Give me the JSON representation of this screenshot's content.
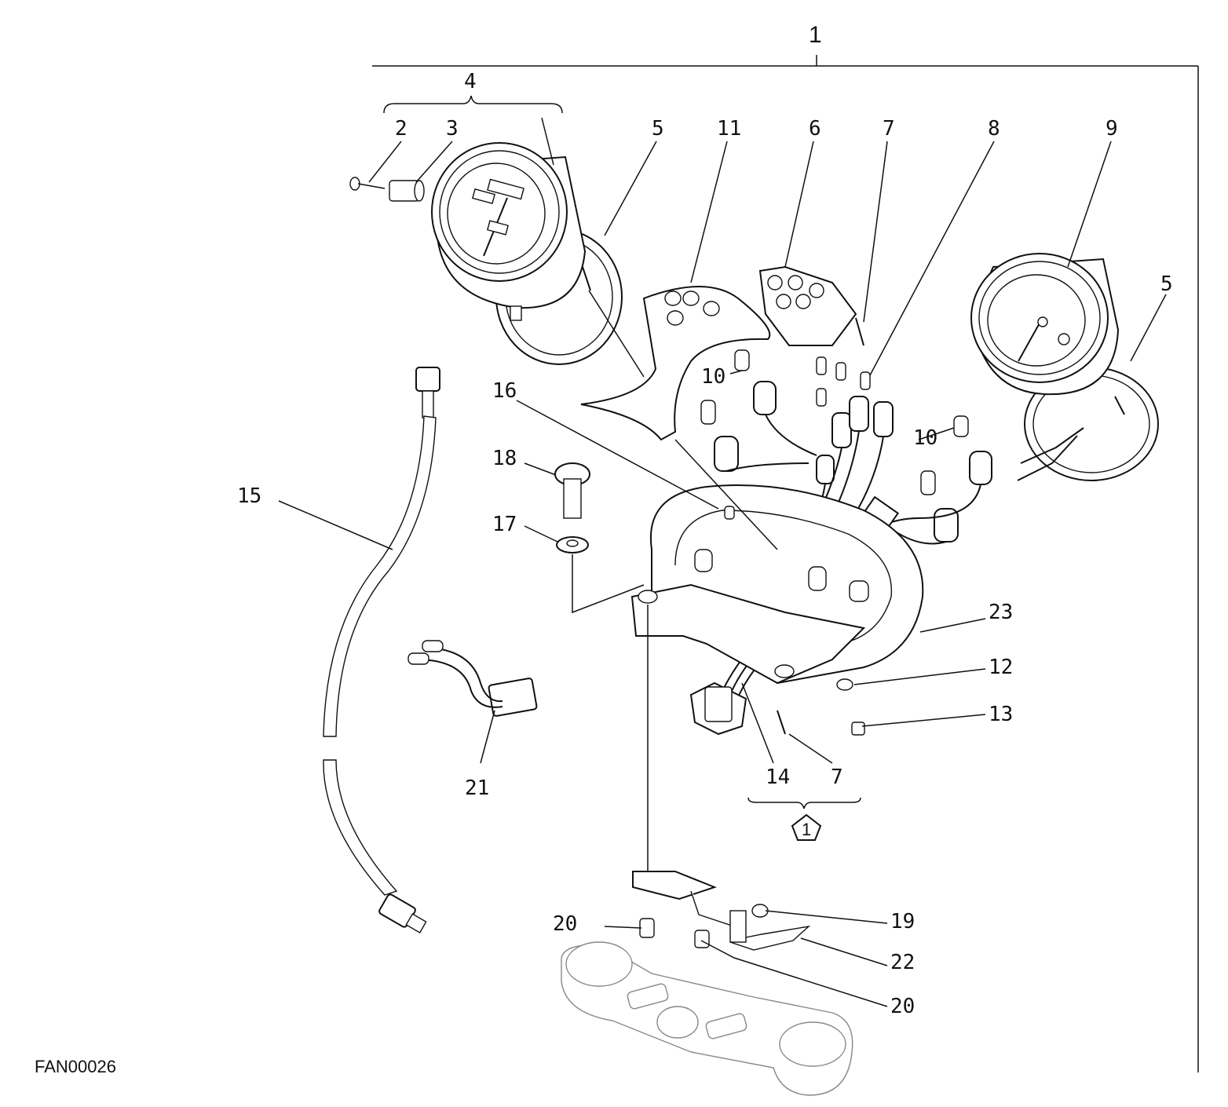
{
  "diagram": {
    "assembly_label": "1",
    "figure_code": "FAN00026",
    "kit_label": "1",
    "callouts": {
      "c4": "4",
      "c2": "2",
      "c3": "3",
      "c5a": "5",
      "c11": "11",
      "c6": "6",
      "c7a": "7",
      "c8": "8",
      "c9": "9",
      "c5b": "5",
      "c10a": "10",
      "c10b": "10",
      "c16": "16",
      "c18": "18",
      "c17": "17",
      "c15": "15",
      "c23": "23",
      "c12": "12",
      "c13": "13",
      "c14": "14",
      "c7b": "7",
      "c21": "21",
      "c20a": "20",
      "c19": "19",
      "c22": "22",
      "c20b": "20"
    }
  }
}
